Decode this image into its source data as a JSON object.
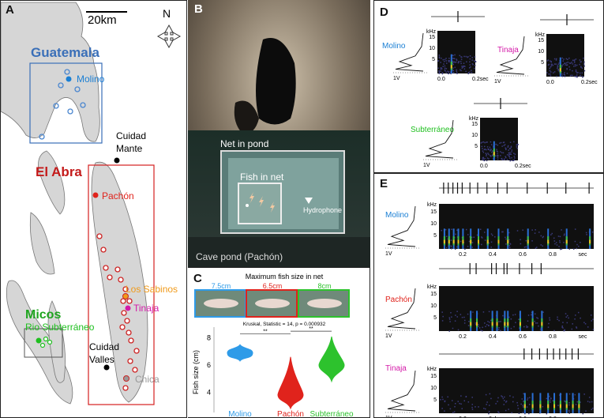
{
  "panels": {
    "a": {
      "label": "A",
      "scalebar": "20km",
      "north": "N",
      "regions": {
        "guatemala": "Guatemala",
        "el_abra": "El Abra",
        "micos": "Micos"
      },
      "sites": {
        "molino": "Molino",
        "pachon": "Pachón",
        "los_sabinos": "Los Sabinos",
        "tinaja": "Tinaja",
        "rio_subterraneo": "Rio Subterráneo",
        "chica": "Chica"
      },
      "cities": {
        "mante": "Cuidad Mante",
        "valles": "Cuidad Valles"
      }
    },
    "b": {
      "label": "B",
      "net_in_pond": "Net in pond",
      "fish_in_net": "Fish in net",
      "hydrophone": "Hydrophone",
      "caption": "Cave pond (Pachón)"
    },
    "c": {
      "label": "C",
      "sizes": [
        "7.5cm",
        "6.5cm",
        "8cm"
      ]
    },
    "d": {
      "label": "D",
      "clips": [
        {
          "name": "Molino",
          "color": "#1a7fd4"
        },
        {
          "name": "Tinaja",
          "color": "#d41aa8"
        },
        {
          "name": "Subterráneo",
          "color": "#1fbf1f"
        }
      ],
      "khz": "kHz",
      "yticks": [
        "15",
        "10",
        "5"
      ],
      "x0": "0.0",
      "xend": "0.2sec",
      "amp": "1V"
    },
    "e": {
      "label": "E",
      "rows": [
        {
          "name": "Molino",
          "color": "#1a7fd4"
        },
        {
          "name": "Pachón",
          "color": "#e0231c"
        },
        {
          "name": "Tinaja",
          "color": "#d41aa8"
        }
      ],
      "khz": "kHz",
      "yticks": [
        "15",
        "10",
        "5"
      ],
      "xticks": [
        "0.2",
        "0.4",
        "0.6",
        "0.8",
        "sec"
      ],
      "amp": "1V"
    }
  },
  "chart_data": {
    "type": "violin",
    "title": "Maximum fish size in net",
    "stat_text": "Kruskal, Statistic = 14, p = 0.000932",
    "ylabel": "Fish size (cm)",
    "yticks": [
      4,
      6,
      8
    ],
    "ylim": [
      2.5,
      8.8
    ],
    "categories": [
      "Molino",
      "Pachón",
      "Subterráneo"
    ],
    "colors": [
      "#2e9be8",
      "#e0231c",
      "#2dc22d"
    ],
    "series": [
      {
        "name": "Molino",
        "min": 6.3,
        "max": 7.5,
        "mode": 6.9
      },
      {
        "name": "Pachón",
        "min": 2.8,
        "max": 6.6,
        "mode": 3.8
      },
      {
        "name": "Subterráneo",
        "min": 4.8,
        "max": 8.1,
        "mode": 6.0
      }
    ],
    "significance": [
      "**",
      "**"
    ]
  }
}
